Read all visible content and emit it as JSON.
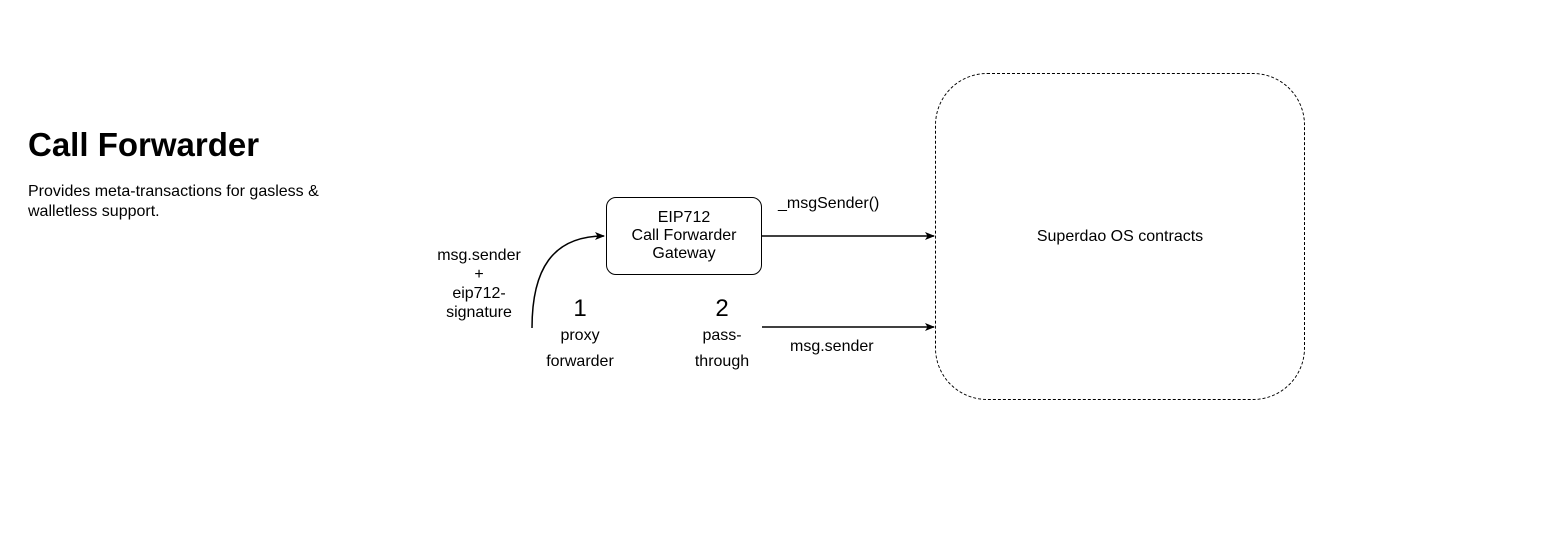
{
  "header": {
    "title": "Call Forwarder",
    "description_line1": "Provides meta-transactions for gasless &",
    "description_line2": "walletless support."
  },
  "nodes": {
    "gateway": {
      "line1": "EIP712",
      "line2": "Call Forwarder",
      "line3": "Gateway"
    },
    "contracts": {
      "label": "Superdao OS contracts"
    }
  },
  "edges": {
    "incoming": {
      "line1": "msg.sender",
      "line2": "+",
      "line3": "eip712-",
      "line4": "signature"
    },
    "forwarded": {
      "label": "_msgSender()"
    },
    "passthrough": {
      "label": "msg.sender"
    }
  },
  "steps": [
    {
      "number": "1",
      "line1": "proxy",
      "line2": "forwarder"
    },
    {
      "number": "2",
      "line1": "pass-",
      "line2": "through"
    }
  ]
}
